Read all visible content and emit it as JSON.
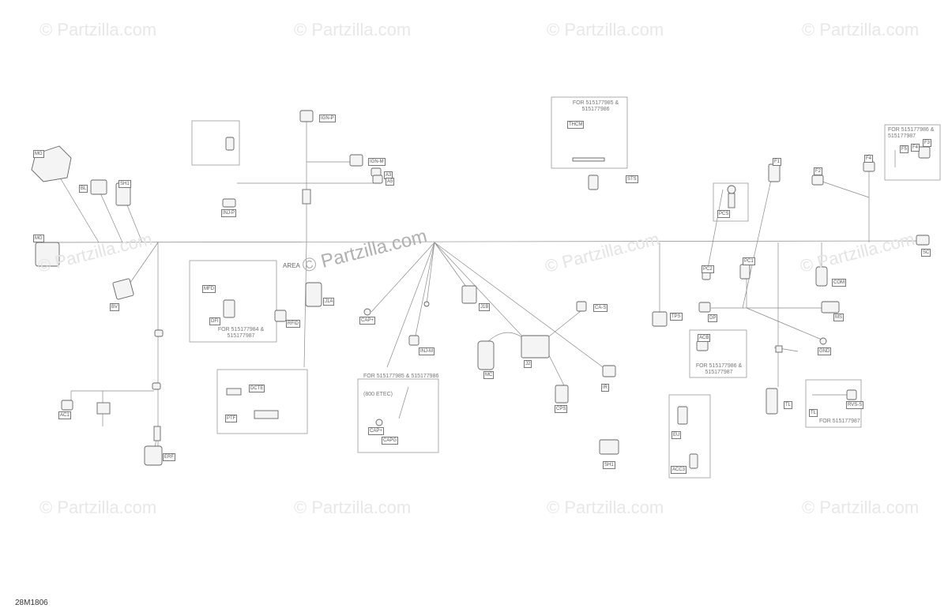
{
  "watermark": "© Partzilla.com",
  "drawing_number": "28M1806",
  "labels": {
    "mg_top": "MG",
    "mg_left": "MG",
    "bl": "BL",
    "sh1": "SH1",
    "bv": "BV",
    "ign_p": "IGN-P",
    "ign_m": "IGN-M",
    "a3": "A3",
    "a5": "A5",
    "inj_p": "INJ-P",
    "area": "AREA",
    "j1a": "J1A",
    "rfid": "RFID",
    "cap_plus": "CAP+",
    "inj_m": "INJ-M",
    "j1b": "J1B",
    "ca_s": "CA-S",
    "mc": "MC",
    "j2": "J2",
    "cps": "CPS",
    "ir": "IR",
    "thcm": "THCM",
    "sts": "STS",
    "tps": "TPS",
    "pc1": "PC1",
    "pcs": "PCS",
    "pc2": "PC2",
    "dp": "DP",
    "f1": "F1",
    "f2": "F2",
    "f3": "F3",
    "f4": "F4",
    "f5": "F5",
    "com": "COM",
    "ms": "MS",
    "sc": "SC",
    "gnd": "GND",
    "acb": "ACB",
    "tl_r": "TL",
    "tl_box": "TL",
    "rvs_s": "RVS-S",
    "eu": "EU",
    "acc3": "ACC3",
    "dfi": "DFI",
    "sh1b": "SH1",
    "ac1": "AC1",
    "erf": "ERF",
    "ptf": "PTF",
    "dcte": "DCTE",
    "capg": "CAPG",
    "cap_plus2": "CAP+",
    "mfd": "MFD"
  },
  "boxes": {
    "b1": "FOR 515177984 & 515177987",
    "b2": "FOR 515177985 & 515177986",
    "b3": "FOR 515177985 & 515177986",
    "b3_sub": "(800 ETEC)",
    "b4": "FOR 515177986 & 515177987",
    "b5": "FOR 515177986 & 515177987",
    "b6": "FOR 515177987"
  }
}
